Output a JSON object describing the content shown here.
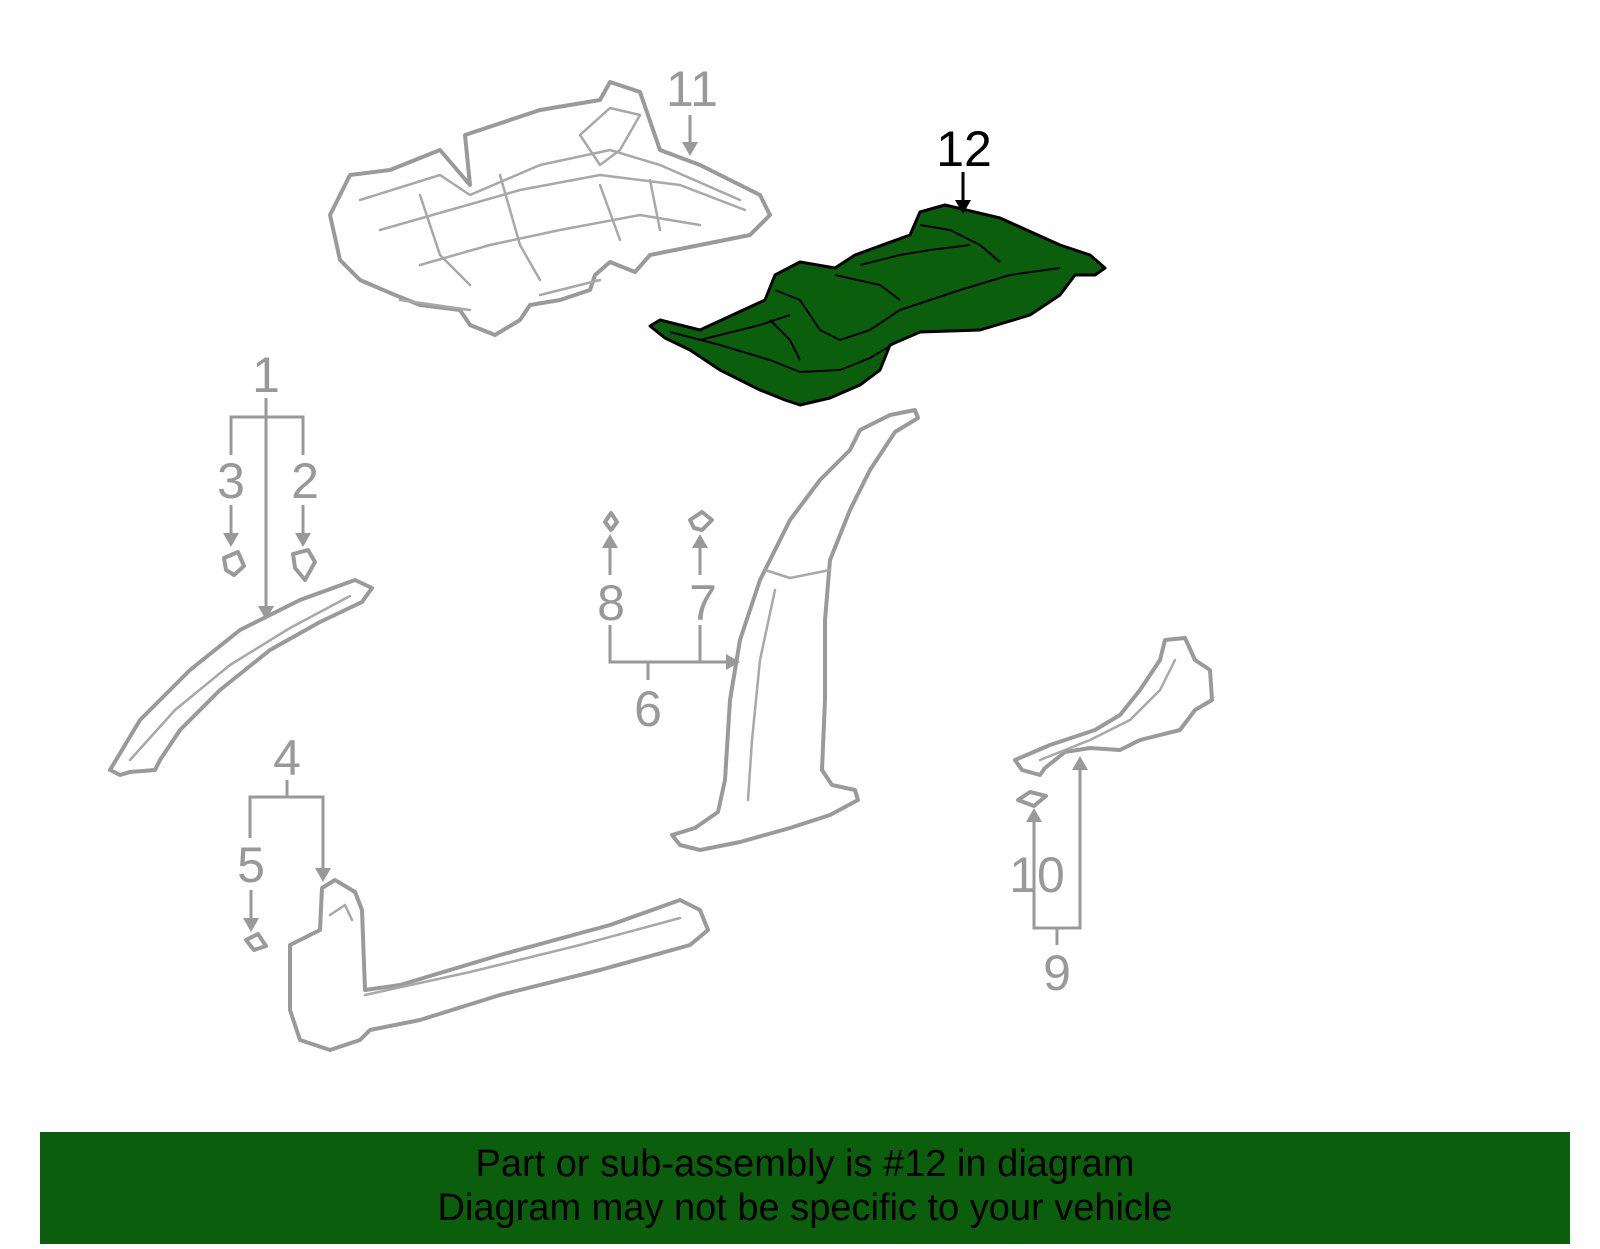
{
  "callouts": {
    "c1": "1",
    "c2": "2",
    "c3": "3",
    "c4": "4",
    "c5": "5",
    "c6": "6",
    "c7": "7",
    "c8": "8",
    "c9": "9",
    "c10": "10",
    "c11": "11",
    "c12": "12"
  },
  "banner": {
    "line1": "Part or sub-assembly is #12 in diagram",
    "line2": "Diagram may not be specific to your vehicle"
  },
  "colors": {
    "highlight": "#0b5e0b",
    "part_outline": "#9a9a9a",
    "label_gray": "#999999",
    "label_highlight": "#000000"
  }
}
